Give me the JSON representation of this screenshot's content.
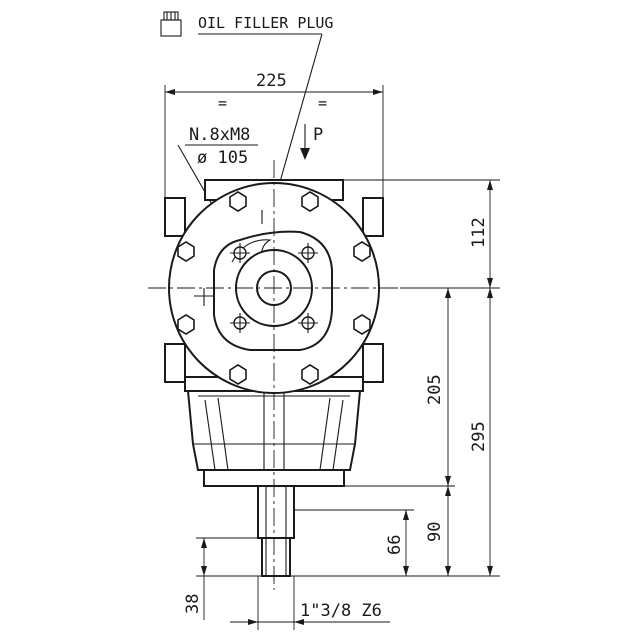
{
  "labels": {
    "oil_filler_plug": "OIL FILLER PLUG",
    "width_225": "225",
    "equal_left": "=",
    "equal_right": "=",
    "bolt_spec": "N.8xM8",
    "bolt_circle": "ø 105",
    "force_p": "P",
    "dim_112": "112",
    "dim_205": "205",
    "dim_295": "295",
    "dim_90": "90",
    "dim_66": "66",
    "dim_38": "38",
    "shaft_spec": "1\"3/8 Z6"
  }
}
